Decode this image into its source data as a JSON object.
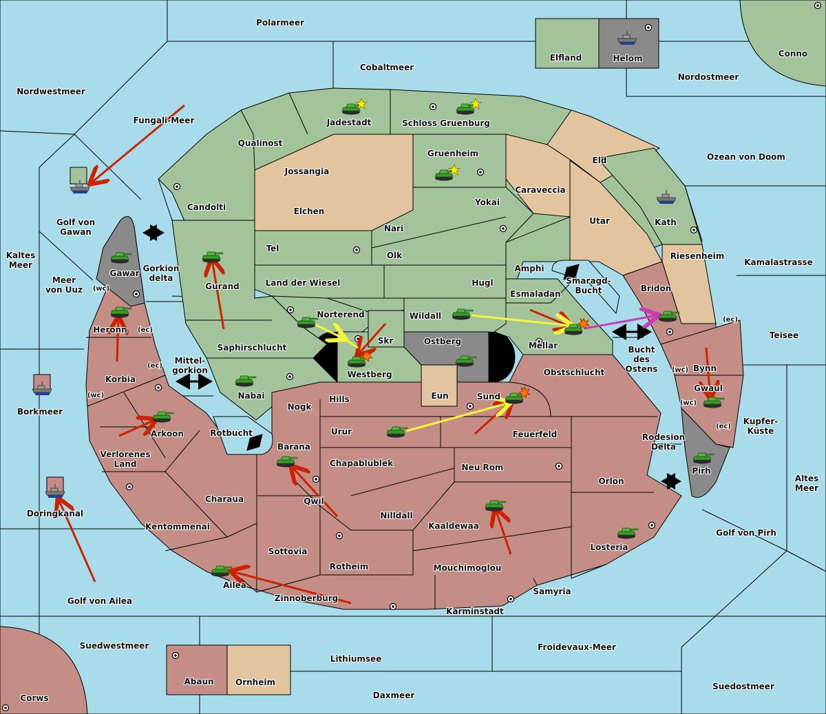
{
  "map": {
    "title": "Diplomacy game map",
    "colors": {
      "sea": "#a8dcea",
      "power_green": "#a3c49a",
      "power_red": "#c48e86",
      "neutral_tan": "#e2c59e",
      "power_gray": "#8a8a8a",
      "order_move_red": "#cc2200",
      "order_move_yellow": "#f5f53a",
      "order_move_magenta": "#c83cb4",
      "tank_green": "#3a9a2a"
    },
    "sea_labels": [
      {
        "id": "polarmeer",
        "text": "Polarmeer"
      },
      {
        "id": "cobaltmeer",
        "text": "Cobaltmeer"
      },
      {
        "id": "nordwestmeer",
        "text": "Nordwestmeer"
      },
      {
        "id": "fungali-meer",
        "text": "Fungali-Meer"
      },
      {
        "id": "nordostmeer",
        "text": "Nordostmeer"
      },
      {
        "id": "ozean-von-doom",
        "text": "Ozean von Doom"
      },
      {
        "id": "golf-von-gawan-1",
        "text": "Golf von"
      },
      {
        "id": "golf-von-gawan-2",
        "text": "Gawan"
      },
      {
        "id": "kaltes-meer-1",
        "text": "Kaltes"
      },
      {
        "id": "kaltes-meer-2",
        "text": "Meer"
      },
      {
        "id": "meer-von-uuz-1",
        "text": "Meer"
      },
      {
        "id": "meer-von-uuz-2",
        "text": "von Uuz"
      },
      {
        "id": "gorkion-delta-1",
        "text": "Gorkion"
      },
      {
        "id": "gorkion-delta-2",
        "text": "delta"
      },
      {
        "id": "kamalastrasse",
        "text": "Kamalastrasse"
      },
      {
        "id": "smaragd-bucht-1",
        "text": "Smaragd-"
      },
      {
        "id": "smaragd-bucht-2",
        "text": "Bucht"
      },
      {
        "id": "teisee",
        "text": "Teisee"
      },
      {
        "id": "bucht-des-ostens-1",
        "text": "Bucht"
      },
      {
        "id": "bucht-des-ostens-2",
        "text": "des"
      },
      {
        "id": "bucht-des-ostens-3",
        "text": "Ostens"
      },
      {
        "id": "mittelgorkion-1",
        "text": "Mittel-"
      },
      {
        "id": "mittelgorkion-2",
        "text": "gorkion"
      },
      {
        "id": "borkmeer",
        "text": "Borkmeer"
      },
      {
        "id": "rotbucht",
        "text": "Rotbucht"
      },
      {
        "id": "kupfer-kueste-1",
        "text": "Kupfer-"
      },
      {
        "id": "kupfer-kueste-2",
        "text": "Küste"
      },
      {
        "id": "rodesion-delta-1",
        "text": "Rodesion"
      },
      {
        "id": "rodesion-delta-2",
        "text": "Delta"
      },
      {
        "id": "altes-meer-1",
        "text": "Altes"
      },
      {
        "id": "altes-meer-2",
        "text": "Meer"
      },
      {
        "id": "doringkanal",
        "text": "Doringkanal"
      },
      {
        "id": "golf-von-pirh",
        "text": "Golf von Pirh"
      },
      {
        "id": "golf-von-ailea",
        "text": "Golf von Ailea"
      },
      {
        "id": "suedwestmeer",
        "text": "Suedwestmeer"
      },
      {
        "id": "froidevaux-meer",
        "text": "Froidevaux-Meer"
      },
      {
        "id": "lithiumsee",
        "text": "Lithiumsee"
      },
      {
        "id": "daxmeer",
        "text": "Daxmeer"
      },
      {
        "id": "suedostmeer",
        "text": "Suedostmeer"
      }
    ],
    "land_labels": [
      {
        "id": "elfland",
        "text": "Elfland"
      },
      {
        "id": "helom",
        "text": "Helom"
      },
      {
        "id": "conno",
        "text": "Conno"
      },
      {
        "id": "jadestadt",
        "text": "Jadestadt"
      },
      {
        "id": "schloss-gruenburg",
        "text": "Schloss Gruenburg"
      },
      {
        "id": "qualinost",
        "text": "Qualinost"
      },
      {
        "id": "gruenheim",
        "text": "Gruenheim"
      },
      {
        "id": "eld",
        "text": "Eld"
      },
      {
        "id": "jossangia",
        "text": "Jossangia"
      },
      {
        "id": "caraveccia",
        "text": "Caraveccia"
      },
      {
        "id": "candolti",
        "text": "Candolti"
      },
      {
        "id": "elchen",
        "text": "Elchen"
      },
      {
        "id": "yokai",
        "text": "Yokai"
      },
      {
        "id": "utar",
        "text": "Utar"
      },
      {
        "id": "kath",
        "text": "Kath"
      },
      {
        "id": "nari",
        "text": "Nari"
      },
      {
        "id": "tel",
        "text": "Tel"
      },
      {
        "id": "olk",
        "text": "Olk"
      },
      {
        "id": "amphi",
        "text": "Amphi"
      },
      {
        "id": "riesenheim",
        "text": "Riesenheim"
      },
      {
        "id": "gawar",
        "text": "Gawar"
      },
      {
        "id": "gurand",
        "text": "Gurand"
      },
      {
        "id": "land-der-wiesel",
        "text": "Land der Wiesel"
      },
      {
        "id": "hugl",
        "text": "Hugl"
      },
      {
        "id": "bridon",
        "text": "Bridon"
      },
      {
        "id": "esmaladan",
        "text": "Esmaladan"
      },
      {
        "id": "heronn",
        "text": "Heronn"
      },
      {
        "id": "norterend",
        "text": "Norterend"
      },
      {
        "id": "wildall",
        "text": "Wildall"
      },
      {
        "id": "skr",
        "text": "Skr"
      },
      {
        "id": "ostberg",
        "text": "Ostberg"
      },
      {
        "id": "mellar",
        "text": "Mellar"
      },
      {
        "id": "saphirschlucht",
        "text": "Saphirschlucht"
      },
      {
        "id": "westberg",
        "text": "Westberg"
      },
      {
        "id": "korbia",
        "text": "Korbia"
      },
      {
        "id": "bynn",
        "text": "Bynn"
      },
      {
        "id": "obstschlucht",
        "text": "Obstschlucht"
      },
      {
        "id": "nabai",
        "text": "Nabai"
      },
      {
        "id": "hills",
        "text": "Hills"
      },
      {
        "id": "eun",
        "text": "Eun"
      },
      {
        "id": "sund",
        "text": "Sund"
      },
      {
        "id": "gwaul",
        "text": "Gwaul"
      },
      {
        "id": "nogk",
        "text": "Nogk"
      },
      {
        "id": "arkoon",
        "text": "Arkoon"
      },
      {
        "id": "urur",
        "text": "Urur"
      },
      {
        "id": "feuerfeld",
        "text": "Feuerfeld"
      },
      {
        "id": "barana",
        "text": "Barana"
      },
      {
        "id": "verlorenes-land-1",
        "text": "Verlorenes"
      },
      {
        "id": "verlorenes-land-2",
        "text": "Land"
      },
      {
        "id": "chapablublek",
        "text": "Chapablublek"
      },
      {
        "id": "neu-rom",
        "text": "Neu Rom"
      },
      {
        "id": "pirh",
        "text": "Pirh"
      },
      {
        "id": "orlon",
        "text": "Orlon"
      },
      {
        "id": "charaua",
        "text": "Charaua"
      },
      {
        "id": "qwil",
        "text": "Qwil"
      },
      {
        "id": "nilldall",
        "text": "Nilldall"
      },
      {
        "id": "kaaldewaa",
        "text": "Kaaldewaa"
      },
      {
        "id": "kentommenai",
        "text": "Kentommenai"
      },
      {
        "id": "losteria",
        "text": "Losteria"
      },
      {
        "id": "sottovia",
        "text": "Sottovia"
      },
      {
        "id": "rotheim",
        "text": "Rotheim"
      },
      {
        "id": "mouchimoglou",
        "text": "Mouchimoglou"
      },
      {
        "id": "ailea",
        "text": "Ailea"
      },
      {
        "id": "samyria",
        "text": "Samyria"
      },
      {
        "id": "zinnoberburg",
        "text": "Zinnoberburg"
      },
      {
        "id": "karminstadt",
        "text": "Karminstadt"
      },
      {
        "id": "abaun",
        "text": "Abaun"
      },
      {
        "id": "ornheim",
        "text": "Ornheim"
      },
      {
        "id": "corws",
        "text": "Corws"
      }
    ],
    "coast_labels": [
      {
        "id": "gawar-wc",
        "text": "(wc)"
      },
      {
        "id": "heronn-ec",
        "text": "(ec)"
      },
      {
        "id": "korbia-ec",
        "text": "(ec)"
      },
      {
        "id": "korbia-wc",
        "text": "(wc)"
      },
      {
        "id": "bynn-ec",
        "text": "(ec)"
      },
      {
        "id": "bynn-wc",
        "text": "(wc)"
      },
      {
        "id": "gwaul-wc",
        "text": "(wc)"
      },
      {
        "id": "gwaul-ec",
        "text": "(ec)"
      }
    ],
    "units": [
      {
        "type": "fleet",
        "power": "green",
        "location": "Golf von Gawan"
      },
      {
        "type": "fleet",
        "power": "gray",
        "location": "Helom"
      },
      {
        "type": "fleet",
        "power": "green",
        "location": "Kath"
      },
      {
        "type": "fleet",
        "power": "red",
        "location": "Borkmeer"
      },
      {
        "type": "fleet",
        "power": "red",
        "location": "Doringkanal"
      },
      {
        "type": "army",
        "power": "green",
        "location": "Jadestadt",
        "star": true
      },
      {
        "type": "army",
        "power": "green",
        "location": "Schloss Gruenburg",
        "star": true
      },
      {
        "type": "army",
        "power": "green",
        "location": "Gruenheim",
        "star": true
      },
      {
        "type": "army",
        "power": "gray",
        "location": "Gawar"
      },
      {
        "type": "army",
        "power": "green",
        "location": "Gurand"
      },
      {
        "type": "army",
        "power": "red",
        "location": "Heronn"
      },
      {
        "type": "army",
        "power": "green",
        "location": "Norterend"
      },
      {
        "type": "army",
        "power": "green",
        "location": "Wildall"
      },
      {
        "type": "army",
        "power": "green",
        "location": "Westberg",
        "dislodged": true
      },
      {
        "type": "army",
        "power": "gray",
        "location": "Ostberg"
      },
      {
        "type": "army",
        "power": "green",
        "location": "Mellar",
        "dislodged": true
      },
      {
        "type": "army",
        "power": "red",
        "location": "Bridon"
      },
      {
        "type": "army",
        "power": "green",
        "location": "Nabai"
      },
      {
        "type": "army",
        "power": "red",
        "location": "Arkoon"
      },
      {
        "type": "army",
        "power": "red",
        "location": "Sund",
        "dislodged": true
      },
      {
        "type": "army",
        "power": "red",
        "location": "Gwaul"
      },
      {
        "type": "army",
        "power": "red",
        "location": "Urur"
      },
      {
        "type": "army",
        "power": "red",
        "location": "Barana"
      },
      {
        "type": "army",
        "power": "gray",
        "location": "Pirh"
      },
      {
        "type": "army",
        "power": "red",
        "location": "Kaaldewaa"
      },
      {
        "type": "army",
        "power": "red",
        "location": "Losteria"
      },
      {
        "type": "army",
        "power": "red",
        "location": "Ailea"
      }
    ]
  }
}
